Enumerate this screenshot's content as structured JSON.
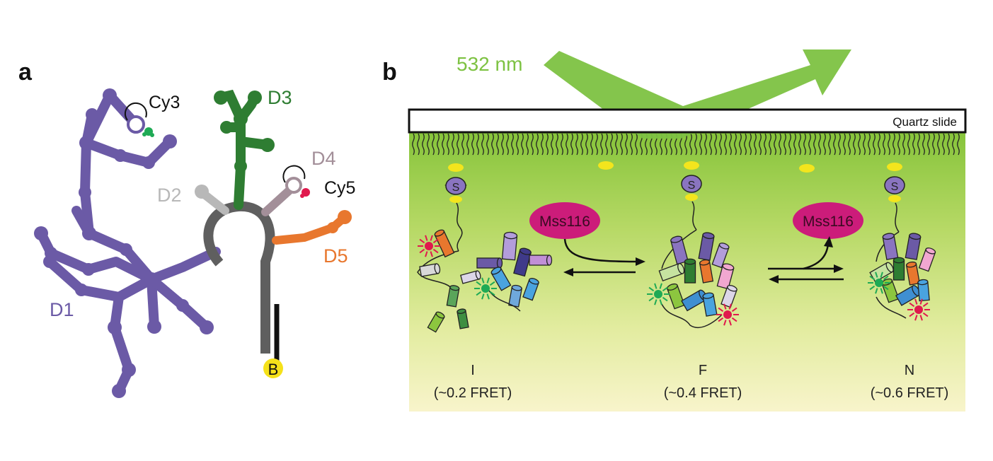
{
  "panel_a": {
    "label": "a",
    "domains": {
      "d1": "D1",
      "d2": "D2",
      "d3": "D3",
      "d4": "D4",
      "d5": "D5"
    },
    "dyes": {
      "donor": "Cy3",
      "acceptor": "Cy5"
    },
    "biotin": "B",
    "colors": {
      "d1": "#6b5aa6",
      "d2": "#b8b8b8",
      "d3": "#2e7d32",
      "d4": "#a38f99",
      "d5": "#e8772e",
      "core": "#5f5f5f",
      "biotin": "#f5e11a",
      "cy3": "#1faa55",
      "cy5": "#e0194d"
    }
  },
  "panel_b": {
    "label": "b",
    "laser": "532 nm",
    "slide": "Quartz slide",
    "protein": "Mss116",
    "states": [
      {
        "letter": "I",
        "fret": "(~0.2 FRET)"
      },
      {
        "letter": "F",
        "fret": "(~0.4 FRET)"
      },
      {
        "letter": "N",
        "fret": "(~0.6 FRET)"
      }
    ],
    "streptavidin": "S",
    "colors": {
      "laser": "#7dc242",
      "background_top": "#8cc63f",
      "background_bottom": "#f7f3c9",
      "mss116": "#cc1c7a",
      "streptavidin": "#8a74c0",
      "biotin": "#f3e51d"
    }
  }
}
